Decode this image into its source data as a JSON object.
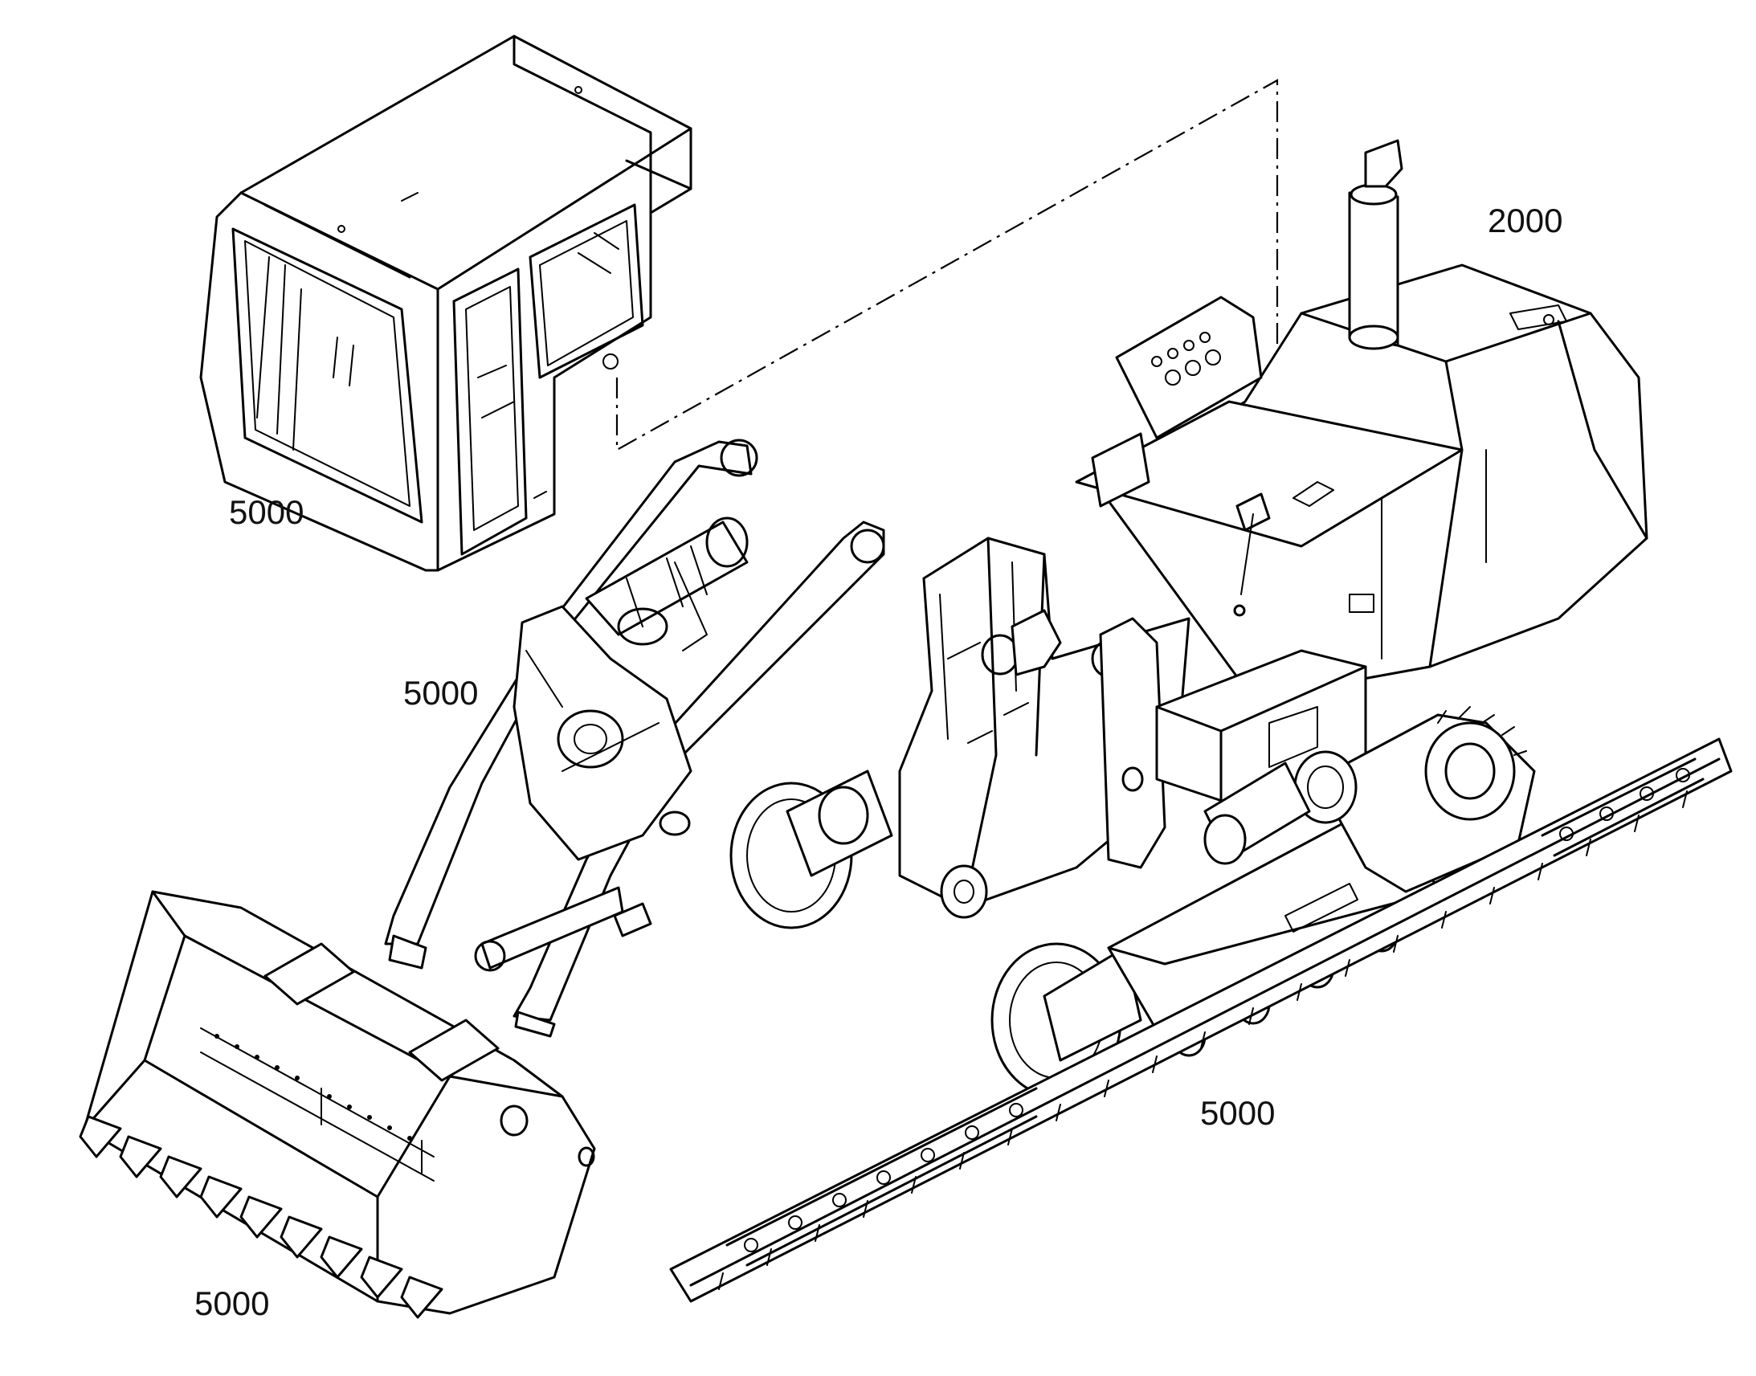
{
  "callouts": {
    "cab": "5000",
    "engine": "2000",
    "lift_arm": "5000",
    "bucket": "5000",
    "track": "5000"
  }
}
